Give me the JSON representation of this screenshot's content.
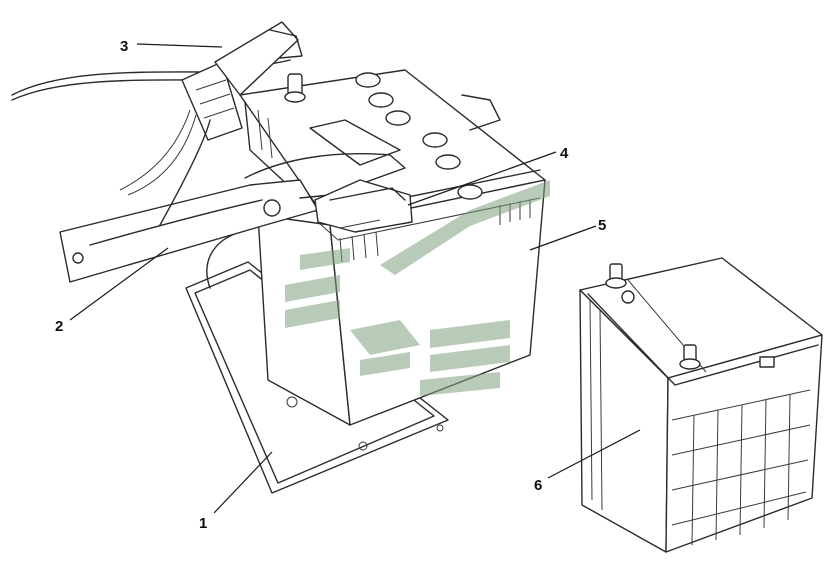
{
  "callouts": [
    {
      "id": "1",
      "label": "1"
    },
    {
      "id": "2",
      "label": "2"
    },
    {
      "id": "3",
      "label": "3"
    },
    {
      "id": "4",
      "label": "4"
    },
    {
      "id": "5",
      "label": "5"
    },
    {
      "id": "6",
      "label": "6"
    }
  ],
  "colors": {
    "line": "#2b2b2b",
    "watermark": "#7e9e7e",
    "background": "#ffffff"
  }
}
